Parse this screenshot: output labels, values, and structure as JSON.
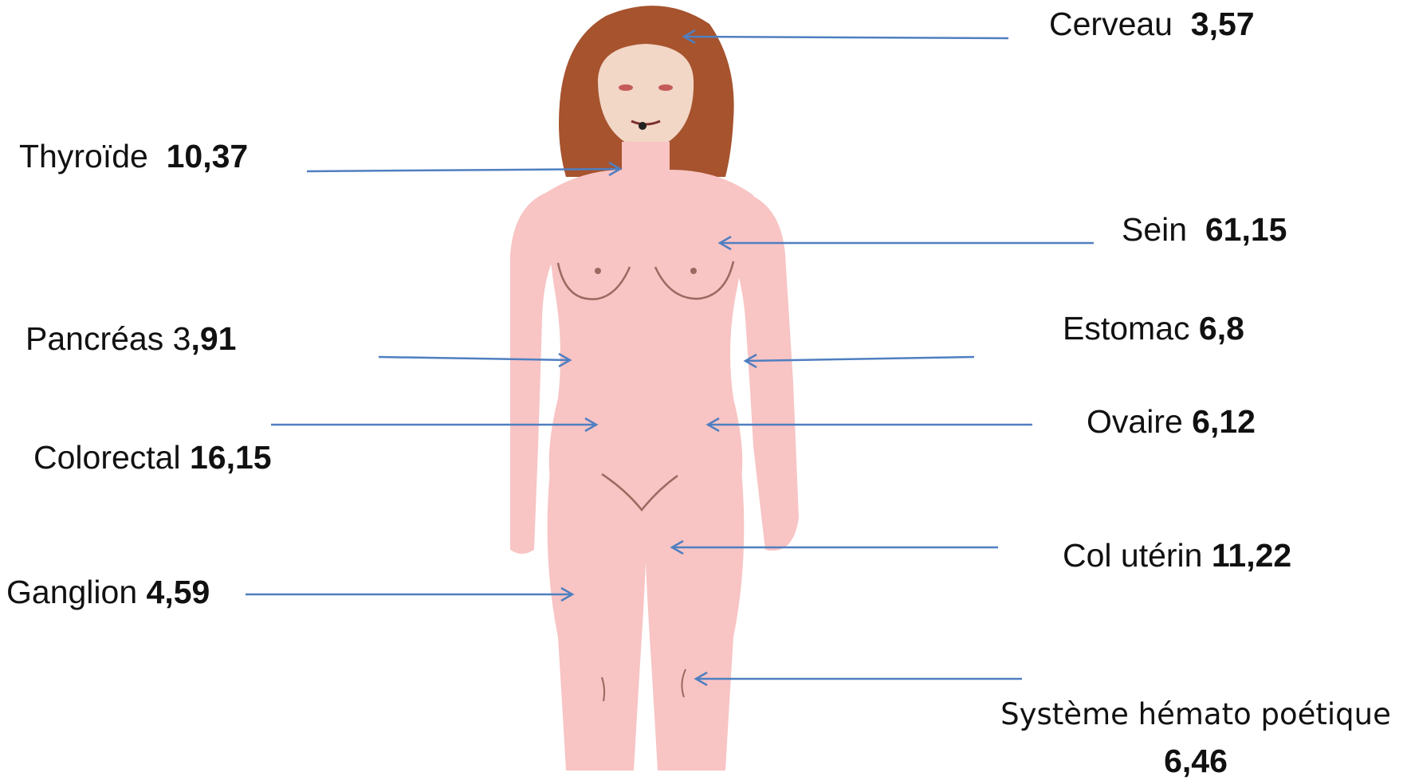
{
  "labels": {
    "cerveau": {
      "name": "Cerveau",
      "value_prefix": "",
      "value": "3,57"
    },
    "thyroide": {
      "name": "Thyroïde",
      "value_prefix": "",
      "value": "10,37"
    },
    "sein": {
      "name": "Sein",
      "value_prefix": "",
      "value": "61,15"
    },
    "pancreas": {
      "name": "Pancréas",
      "value_prefix": "3",
      "value": ",91"
    },
    "estomac": {
      "name": "Estomac",
      "value_prefix": "",
      "value": "6,8"
    },
    "colorectal": {
      "name": "Colorectal",
      "value_prefix": "",
      "value": "16,15"
    },
    "ovaire": {
      "name": "Ovaire",
      "value_prefix": "",
      "value": "6,12"
    },
    "col_uterin": {
      "name": "Col utérin",
      "value_prefix": "",
      "value": "11,22"
    },
    "ganglion": {
      "name": "Ganglion",
      "value_prefix": "",
      "value": "4,59"
    },
    "systeme": {
      "name": "Système hémato poétique",
      "value_prefix": "",
      "value": "6,46"
    }
  },
  "colors": {
    "arrow": "#4f7fc0",
    "skin": "#f8c4c4",
    "hair": "#a6532e",
    "face": "#f2d6c6"
  }
}
